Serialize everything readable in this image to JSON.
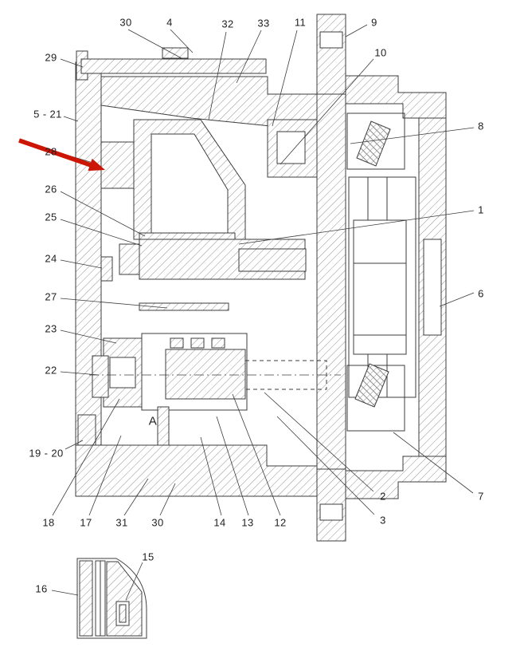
{
  "figure": {
    "kind": "technical cross-section parts diagram",
    "view_label": "A",
    "arrow_color": "#cc1504",
    "line_color": "#3c3c3c"
  },
  "callouts": [
    {
      "id": "30-top",
      "label": "30"
    },
    {
      "id": "4",
      "label": "4"
    },
    {
      "id": "32",
      "label": "32"
    },
    {
      "id": "33",
      "label": "33"
    },
    {
      "id": "11",
      "label": "11"
    },
    {
      "id": "9",
      "label": "9"
    },
    {
      "id": "29",
      "label": "29"
    },
    {
      "id": "10",
      "label": "10"
    },
    {
      "id": "5-21",
      "label": "5 - 21"
    },
    {
      "id": "8",
      "label": "8"
    },
    {
      "id": "28",
      "label": "28"
    },
    {
      "id": "26",
      "label": "26"
    },
    {
      "id": "1",
      "label": "1"
    },
    {
      "id": "25",
      "label": "25"
    },
    {
      "id": "24",
      "label": "24"
    },
    {
      "id": "27",
      "label": "27"
    },
    {
      "id": "6",
      "label": "6"
    },
    {
      "id": "23",
      "label": "23"
    },
    {
      "id": "22",
      "label": "22"
    },
    {
      "id": "19-20",
      "label": "19 - 20"
    },
    {
      "id": "A",
      "label": "A"
    },
    {
      "id": "18",
      "label": "18"
    },
    {
      "id": "17",
      "label": "17"
    },
    {
      "id": "31",
      "label": "31"
    },
    {
      "id": "30-bot",
      "label": "30"
    },
    {
      "id": "14",
      "label": "14"
    },
    {
      "id": "13",
      "label": "13"
    },
    {
      "id": "12",
      "label": "12"
    },
    {
      "id": "2",
      "label": "2"
    },
    {
      "id": "3",
      "label": "3"
    },
    {
      "id": "7",
      "label": "7"
    },
    {
      "id": "15",
      "label": "15"
    },
    {
      "id": "16",
      "label": "16"
    }
  ]
}
